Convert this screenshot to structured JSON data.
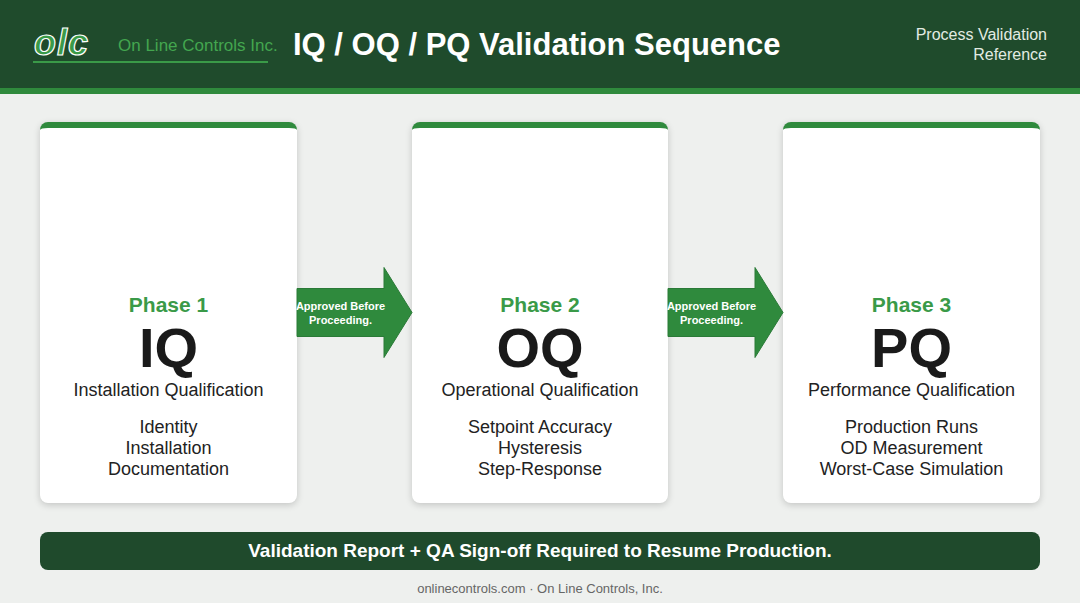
{
  "diagram": {
    "title": "IQ / OQ / PQ Validation Sequence",
    "nodes": [
      {
        "text": [
          "Phase 1",
          "IQ",
          "Installation Qualification",
          "Identity",
          "Installation",
          "Documentation"
        ]
      },
      {
        "text": [
          "Phase 2",
          "OQ",
          "Operational Qualification",
          "Setpoint Accuracy",
          "Hysteresis",
          "Step-Response"
        ]
      },
      {
        "text": [
          "Phase 3",
          "PQ",
          "Performance Qualification",
          "Production Runs",
          "OD Measurement",
          "Worst-Case Simulation"
        ]
      },
      {
        "text": [
          "Validation Report + QA Sign-off Required to Resume Production."
        ]
      }
    ],
    "edges": [
      {
        "from": 0,
        "to": 1,
        "arrow": "to",
        "label": "Approved Before Proceeding."
      },
      {
        "from": 1,
        "to": 2,
        "arrow": "to",
        "label": "Approved Before Proceeding."
      }
    ],
    "labels": [
      "olc",
      "On Line Controls Inc.",
      "Process Validation Reference",
      "onlinecontrols.com · On Line Controls, Inc."
    ]
  }
}
